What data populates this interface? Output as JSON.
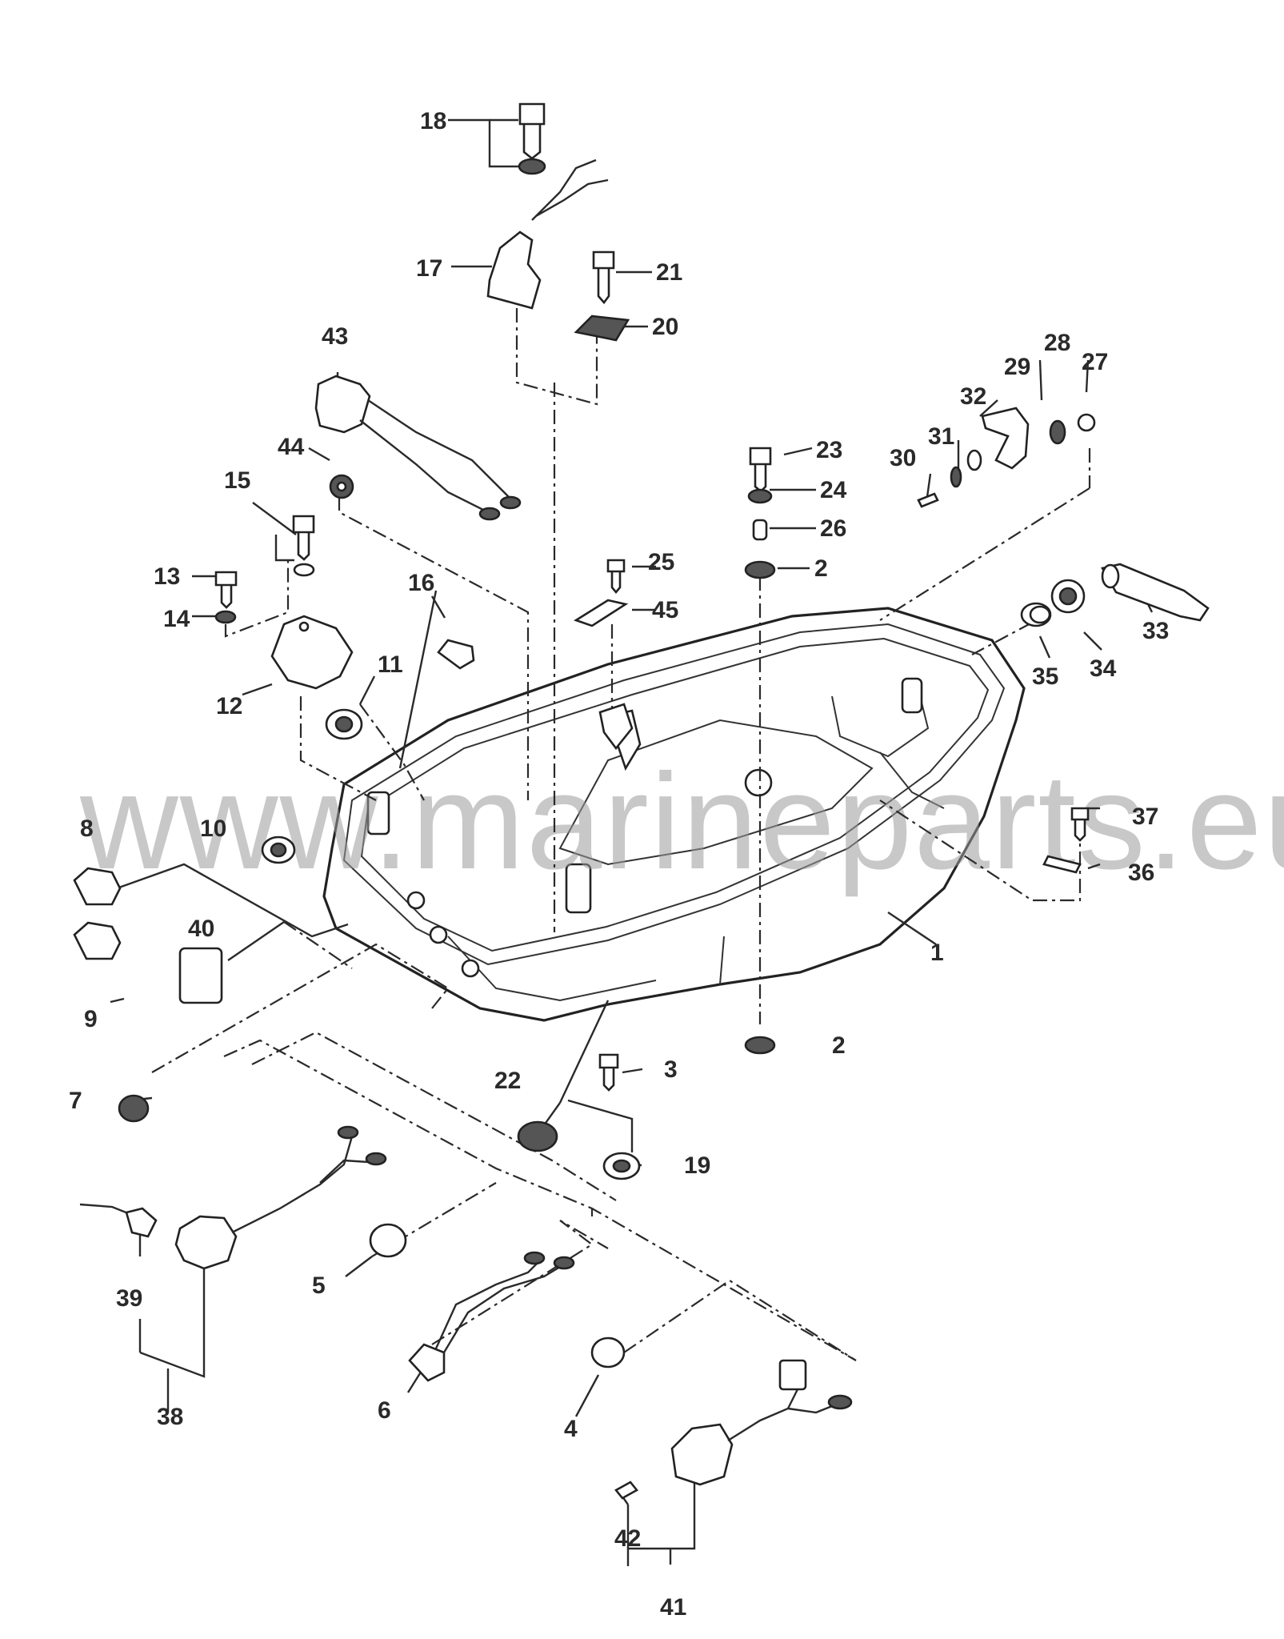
{
  "watermark": "www.marineparts.eu",
  "callouts": [
    {
      "id": "c18",
      "text": "18"
    },
    {
      "id": "c17",
      "text": "17"
    },
    {
      "id": "c21",
      "text": "21"
    },
    {
      "id": "c20",
      "text": "20"
    },
    {
      "id": "c43",
      "text": "43"
    },
    {
      "id": "c44",
      "text": "44"
    },
    {
      "id": "c15",
      "text": "15"
    },
    {
      "id": "c13",
      "text": "13"
    },
    {
      "id": "c14",
      "text": "14"
    },
    {
      "id": "c12",
      "text": "12"
    },
    {
      "id": "c16",
      "text": "16"
    },
    {
      "id": "c11",
      "text": "11"
    },
    {
      "id": "c25",
      "text": "25"
    },
    {
      "id": "c45",
      "text": "45"
    },
    {
      "id": "c23",
      "text": "23"
    },
    {
      "id": "c24",
      "text": "24"
    },
    {
      "id": "c26",
      "text": "26"
    },
    {
      "id": "c2a",
      "text": "2"
    },
    {
      "id": "c30",
      "text": "30"
    },
    {
      "id": "c31",
      "text": "31"
    },
    {
      "id": "c32",
      "text": "32"
    },
    {
      "id": "c29",
      "text": "29"
    },
    {
      "id": "c28",
      "text": "28"
    },
    {
      "id": "c27",
      "text": "27"
    },
    {
      "id": "c33",
      "text": "33"
    },
    {
      "id": "c34",
      "text": "34"
    },
    {
      "id": "c35",
      "text": "35"
    },
    {
      "id": "c8",
      "text": "8"
    },
    {
      "id": "c10",
      "text": "10"
    },
    {
      "id": "c37",
      "text": "37"
    },
    {
      "id": "c36",
      "text": "36"
    },
    {
      "id": "c40",
      "text": "40"
    },
    {
      "id": "c9",
      "text": "9"
    },
    {
      "id": "c1",
      "text": "1"
    },
    {
      "id": "c2b",
      "text": "2"
    },
    {
      "id": "c7",
      "text": "7"
    },
    {
      "id": "c3",
      "text": "3"
    },
    {
      "id": "c22",
      "text": "22"
    },
    {
      "id": "c19",
      "text": "19"
    },
    {
      "id": "c39",
      "text": "39"
    },
    {
      "id": "c5",
      "text": "5"
    },
    {
      "id": "c38",
      "text": "38"
    },
    {
      "id": "c6",
      "text": "6"
    },
    {
      "id": "c4",
      "text": "4"
    },
    {
      "id": "c42",
      "text": "42"
    },
    {
      "id": "c41",
      "text": "41"
    }
  ],
  "colors": {
    "ink": "#2a2a2a",
    "watermark": "#9a9a9a",
    "background": "#ffffff"
  }
}
